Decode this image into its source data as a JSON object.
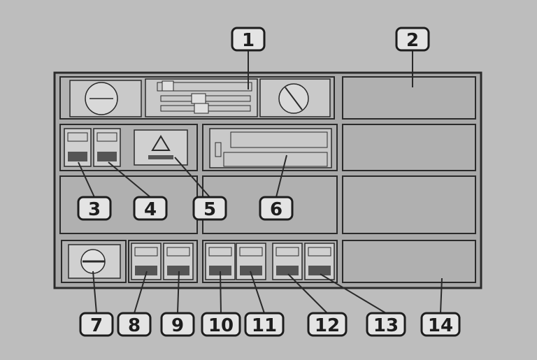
{
  "diagram": {
    "background_color": "#bdbdbd",
    "panel_fill": "#a9a9a9",
    "slot_fill": "#b0b0b0",
    "line_color": "#2a2a2a",
    "callouts": [
      {
        "id": "c1",
        "label": "1"
      },
      {
        "id": "c2",
        "label": "2"
      },
      {
        "id": "c3",
        "label": "3"
      },
      {
        "id": "c4",
        "label": "4"
      },
      {
        "id": "c5",
        "label": "5"
      },
      {
        "id": "c6",
        "label": "6"
      },
      {
        "id": "c7",
        "label": "7"
      },
      {
        "id": "c8",
        "label": "8"
      },
      {
        "id": "c9",
        "label": "9"
      },
      {
        "id": "c10",
        "label": "10"
      },
      {
        "id": "c11",
        "label": "11"
      },
      {
        "id": "c12",
        "label": "12"
      },
      {
        "id": "c13",
        "label": "13"
      },
      {
        "id": "c14",
        "label": "14"
      }
    ]
  }
}
